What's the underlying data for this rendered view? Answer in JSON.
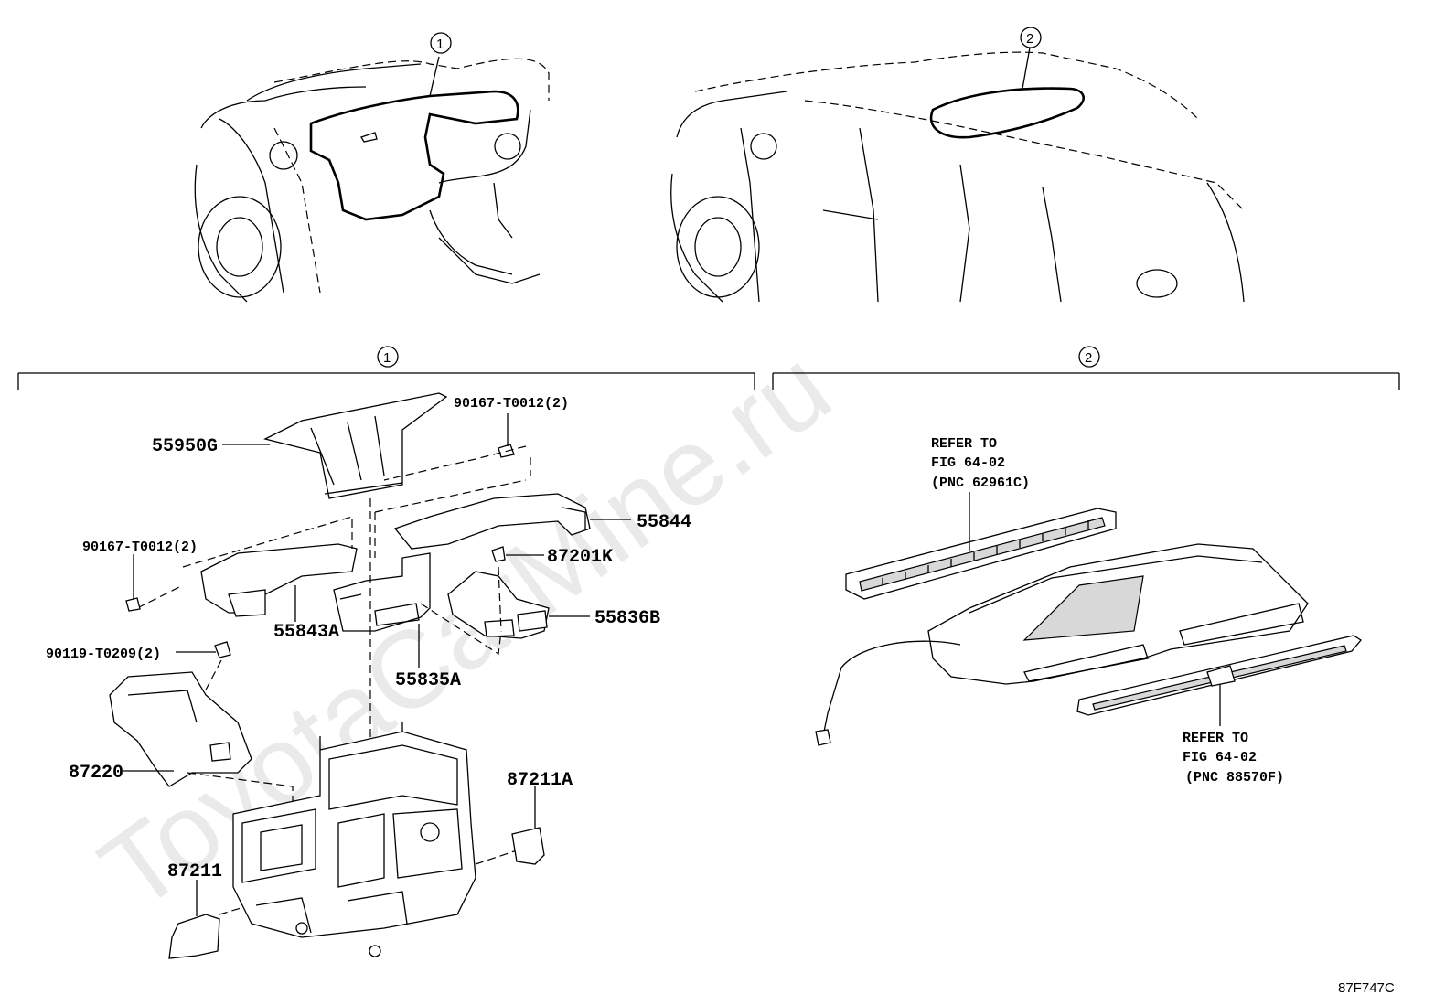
{
  "watermark": "ToyotaCarMine.ru",
  "figure_code": "87F747C",
  "callouts": {
    "one": "1",
    "two": "2"
  },
  "parts": {
    "p55950G": "55950G",
    "p90167_a": "90167-T0012(2)",
    "p90167_b": "90167-T0012(2)",
    "p55844": "55844",
    "p87201K": "87201K",
    "p55843A": "55843A",
    "p55836B": "55836B",
    "p90119": "90119-T0209(2)",
    "p55835A": "55835A",
    "p87220": "87220",
    "p87211A": "87211A",
    "p87211": "87211"
  },
  "refs": {
    "top": [
      "REFER TO",
      "FIG 64-02",
      "(PNC 62961C)"
    ],
    "bottom": [
      "REFER TO",
      "FIG 64-02",
      "(PNC 88570F)"
    ]
  }
}
